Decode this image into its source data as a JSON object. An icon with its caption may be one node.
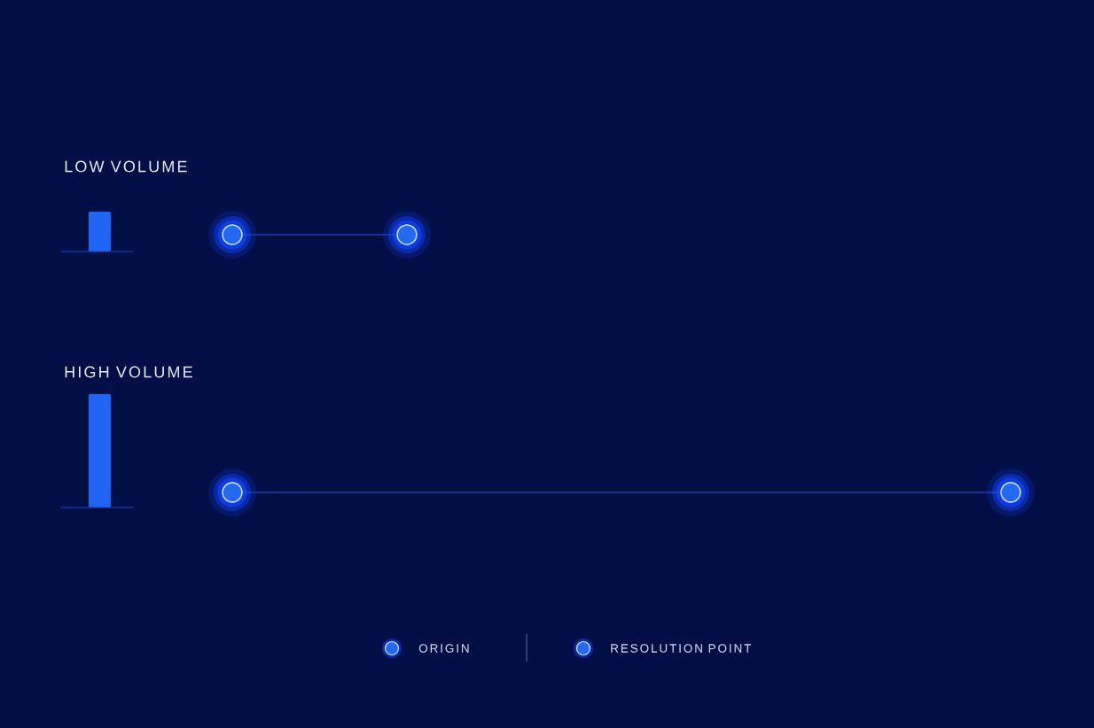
{
  "diagram": {
    "nodes": [
      {
        "text": [],
        "shape": "bar"
      },
      {
        "text": [],
        "shape": "circle"
      },
      {
        "text": [],
        "shape": "circle"
      },
      {
        "text": [],
        "shape": "bar"
      },
      {
        "text": [],
        "shape": "circle"
      },
      {
        "text": [],
        "shape": "circle"
      }
    ],
    "edges": [
      {
        "from": 1,
        "to": 2,
        "arrow": "none"
      },
      {
        "from": 4,
        "to": 5,
        "arrow": "none"
      }
    ],
    "labels": [
      "LOW VOLUME",
      "HIGH VOLUME"
    ],
    "legend": [
      {
        "text": "ORIGIN"
      },
      {
        "text": "RESOLUTION POINT"
      }
    ]
  }
}
